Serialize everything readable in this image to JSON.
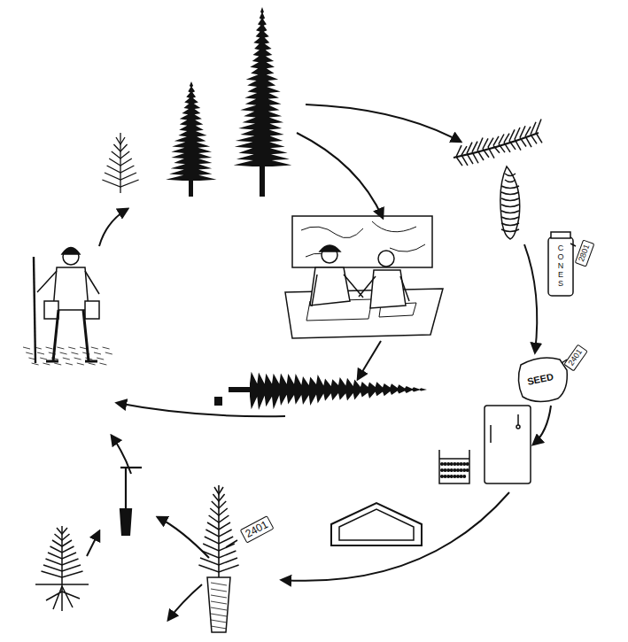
{
  "diagram": {
    "labels": [
      "CONES",
      "2801",
      "SEED",
      "2401",
      "2401"
    ]
  }
}
